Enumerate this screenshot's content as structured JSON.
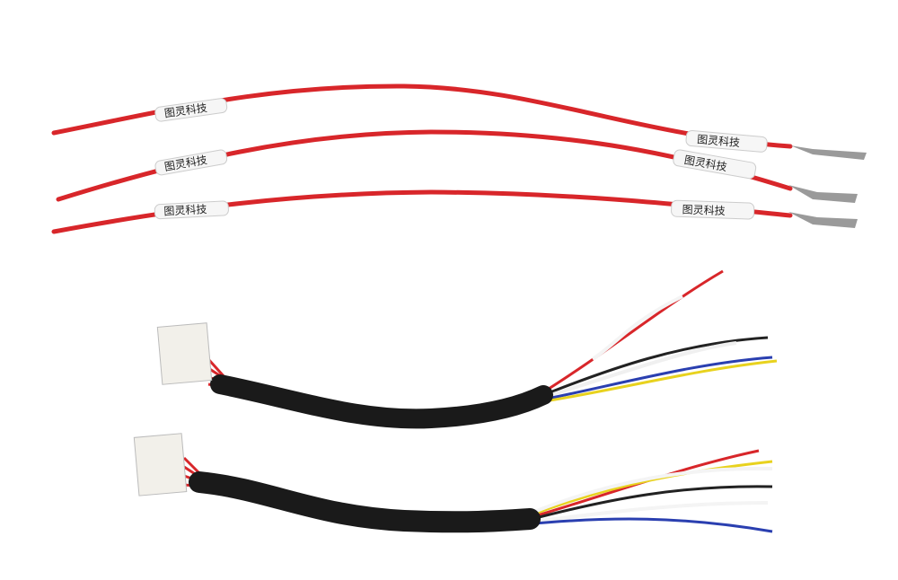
{
  "image": {
    "description_free": true,
    "background": "#ffffff",
    "sleeve_labels": [
      "图灵科技",
      "图灵科技",
      "图灵科技",
      "图灵科技",
      "图灵科技",
      "图灵科技"
    ],
    "colors": {
      "red_wire": "#d8262a",
      "black_cable": "#1a1a1a",
      "connector": "#f2f0ea",
      "yellow": "#e8d21e",
      "blue": "#2a3fb0",
      "white": "#f4f4f4"
    }
  }
}
